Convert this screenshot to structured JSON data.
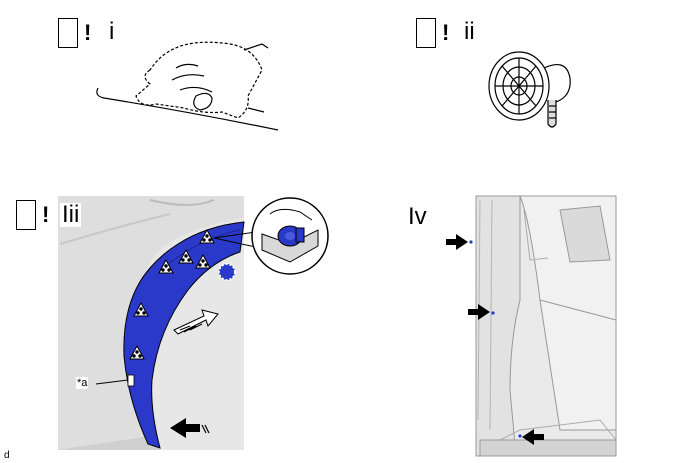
{
  "steps": [
    {
      "mark": "!",
      "roman": "i"
    },
    {
      "mark": "!",
      "roman": "ii"
    },
    {
      "mark": "!",
      "roman": "Iii"
    },
    {
      "roman": "Iv"
    }
  ],
  "callout_label": "*a",
  "corner_label": "d",
  "colors": {
    "part_blue": "#2a39c9",
    "body_gray": "#e6e6e6",
    "line": "#000000"
  }
}
